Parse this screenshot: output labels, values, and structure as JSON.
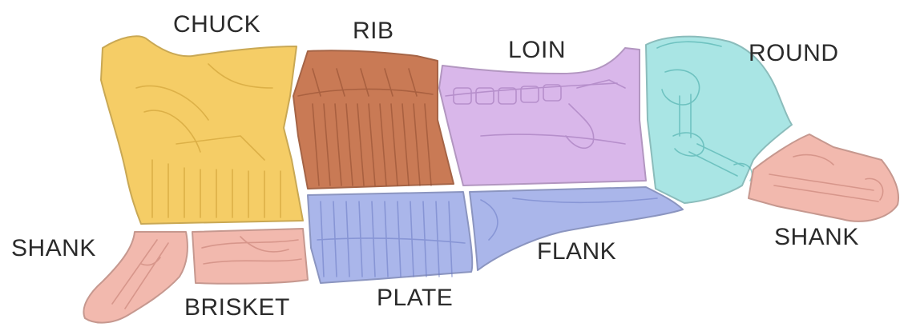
{
  "labels": {
    "chuck": "CHUCK",
    "rib": "RIB",
    "loin": "LOIN",
    "round": "ROUND",
    "shank_front": "SHANK",
    "shank_rear": "SHANK",
    "brisket": "BRISKET",
    "plate": "PLATE",
    "flank": "FLANK"
  },
  "colors": {
    "chuck": "#f5cd66",
    "rib": "#c97a55",
    "loin": "#d9b7ea",
    "round": "#a9e5e4",
    "shank": "#f2b9ae",
    "brisket": "#f2b9ae",
    "plate": "#aab6ea",
    "flank": "#aab6ea",
    "label_text": "#2b2b2b"
  },
  "cuts": [
    {
      "id": "chuck",
      "icon": "chuck-shoulder-cut"
    },
    {
      "id": "rib",
      "icon": "rib-bones-cut"
    },
    {
      "id": "loin",
      "icon": "loin-vertebrae-cut"
    },
    {
      "id": "round",
      "icon": "round-leg-bone-cut"
    },
    {
      "id": "shank_front",
      "icon": "fore-shank-cut"
    },
    {
      "id": "brisket",
      "icon": "brisket-cut"
    },
    {
      "id": "plate",
      "icon": "plate-cut"
    },
    {
      "id": "flank",
      "icon": "flank-cut"
    },
    {
      "id": "shank_rear",
      "icon": "hind-shank-cut"
    }
  ]
}
